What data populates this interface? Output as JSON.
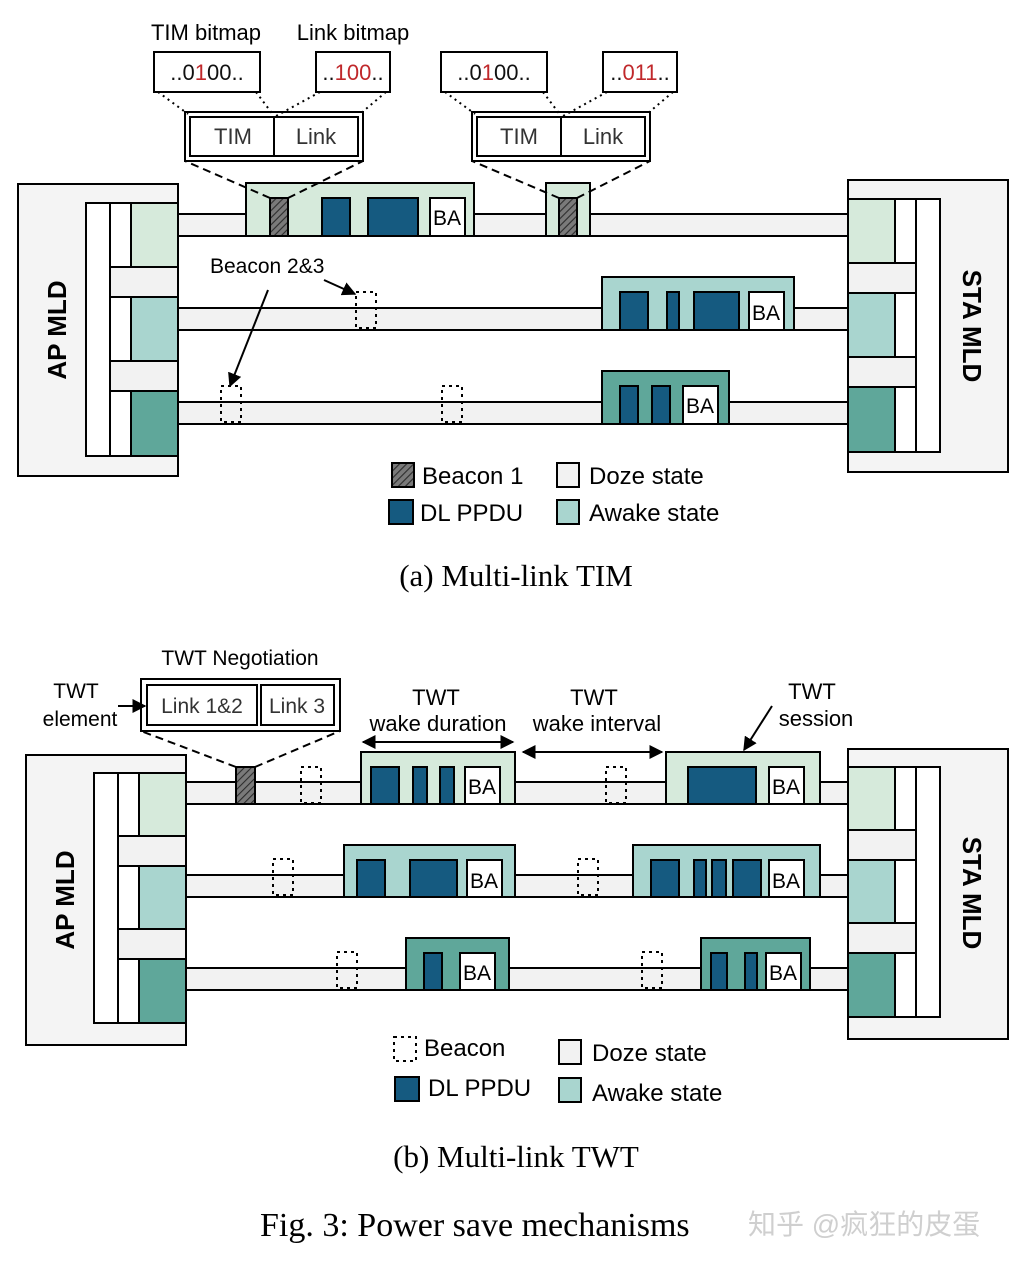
{
  "colors": {
    "ppdu": "#155a80",
    "awake1": "#d6eadb",
    "awake2": "#a9d5cf",
    "awake3": "#5fa79a",
    "doze": "#f2f2f2",
    "panel": "#f4f4f4",
    "bitmap_highlight": "#c0282b"
  },
  "top": {
    "tim_bitmap_label": "TIM bitmap",
    "link_bitmap_label": "Link bitmap",
    "bitmap1_tim": {
      "pre": "..0",
      "hi": "1",
      "post": "00.."
    },
    "bitmap1_link": {
      "pre": "..",
      "hi": "100",
      "post": ".."
    },
    "bitmap2_tim": {
      "pre": "..0",
      "hi": "1",
      "post": "00.."
    },
    "bitmap2_link": {
      "pre": "..",
      "hi": "011",
      "post": ".."
    },
    "field_tim": "TIM",
    "field_link": "Link",
    "ap_label": "AP MLD",
    "sta_label": "STA MLD",
    "beacon23_label": "Beacon 2&3",
    "ba": "BA",
    "legend": {
      "beacon": "Beacon 1",
      "dl_ppdu": "DL PPDU",
      "doze": "Doze state",
      "awake": "Awake state"
    },
    "caption": "(a) Multi-link TIM"
  },
  "bottom": {
    "twt_negotiation": "TWT Negotiation",
    "twt_element_line1": "TWT",
    "twt_element_line2": "element",
    "link12": "Link 1&2",
    "link3": "Link 3",
    "wake_duration_line1": "TWT",
    "wake_duration_line2": "wake duration",
    "wake_interval_line1": "TWT",
    "wake_interval_line2": "wake interval",
    "session_line1": "TWT",
    "session_line2": "session",
    "ap_label": "AP MLD",
    "sta_label": "STA MLD",
    "ba": "BA",
    "legend": {
      "beacon": "Beacon",
      "dl_ppdu": "DL PPDU",
      "doze": "Doze state",
      "awake": "Awake state"
    },
    "caption": "(b) Multi-link TWT"
  },
  "figure_caption": "Fig. 3: Power save mechanisms",
  "watermark": "知乎 @疯狂的皮蛋"
}
